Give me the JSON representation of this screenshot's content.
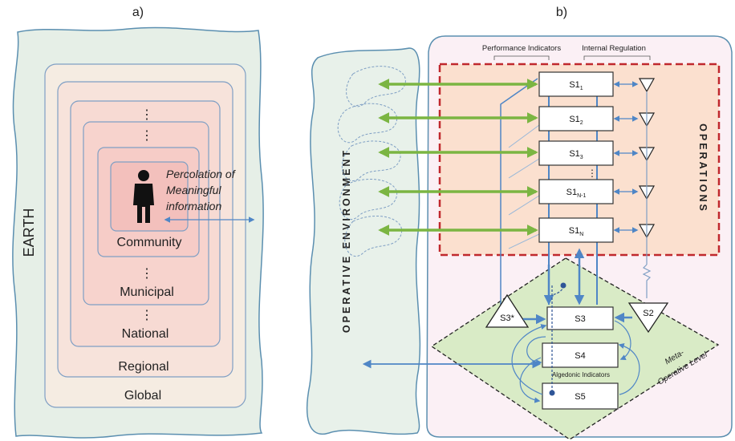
{
  "panel_a": {
    "label": "a)",
    "earth": "EARTH",
    "percolation_line1": "Percolation of",
    "percolation_line2": "Meaningful",
    "percolation_line3": "information",
    "levels": [
      "Community",
      "Municipal",
      "National",
      "Regional",
      "Global"
    ],
    "ellipsis": "⋮"
  },
  "panel_b": {
    "label": "b)",
    "performance_indicators": "Performance Indicators",
    "internal_regulation": "Internal Regulation",
    "operative_environment": "OPERATIVE ENVIRONMENT",
    "operations": "OPERATIONS",
    "meta_operative_line1": "Meta-",
    "meta_operative_line2": "Operative Level",
    "algedonic_indicators": "Algedonic Indicators",
    "s1_units": [
      {
        "base": "S1",
        "sub": "1"
      },
      {
        "base": "S1",
        "sub": "2"
      },
      {
        "base": "S1",
        "sub": "3"
      },
      {
        "base": "S1",
        "sub": "N-1"
      },
      {
        "base": "S1",
        "sub": "N"
      }
    ],
    "ellipsis": "⋮",
    "s3": "S3",
    "s4": "S4",
    "s5": "S5",
    "s2": "S2",
    "s3star": "S3*",
    "colors": {
      "env_fill": "#e8f1ea",
      "env_stroke": "#5b8fb0",
      "operations_fill": "#fbe0cf",
      "operations_border": "#c0282d",
      "meta_fill": "#d9ebc6",
      "green_arrow": "#7bb542",
      "blue_arrow": "#4f86c6",
      "org_fill": "#fbf0f5"
    }
  }
}
